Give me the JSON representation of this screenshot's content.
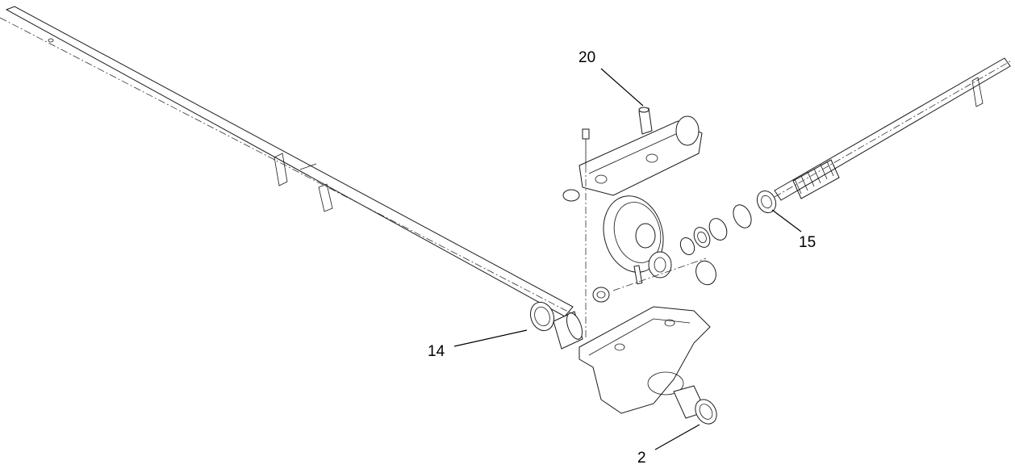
{
  "callouts": [
    {
      "id": "c20",
      "label": "20"
    },
    {
      "id": "c15",
      "label": "15"
    },
    {
      "id": "c14",
      "label": "14"
    },
    {
      "id": "c2",
      "label": "2"
    }
  ],
  "colors": {
    "ink": "#1a1a1a",
    "background": "#ffffff"
  }
}
